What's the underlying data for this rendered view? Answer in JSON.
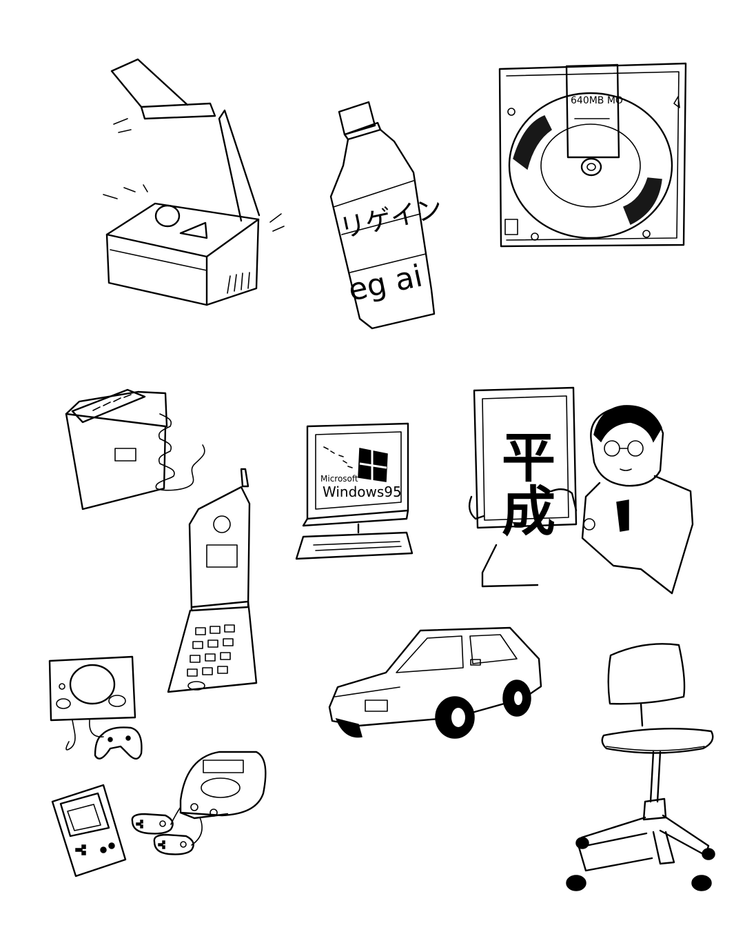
{
  "illustrations": {
    "drink_bottle": {
      "katakana": "リゲイン",
      "latin": "eg ai"
    },
    "mo_disk": {
      "label": "640MB MO"
    },
    "computer": {
      "line1": "Microsoft",
      "line2": "Windows95"
    },
    "era_sign": {
      "kanji": "平成"
    }
  },
  "colors": {
    "ink": "#000000",
    "paper": "#ffffff"
  },
  "icons": [
    "overhead-projector-icon",
    "drink-bottle-icon",
    "mo-disk-icon",
    "fax-telephone-icon",
    "desktop-computer-icon",
    "man-holding-heisei-sign-icon",
    "flip-phone-icon",
    "game-console-icon",
    "handheld-game-icon",
    "console-controllers-icon",
    "sedan-car-icon",
    "office-chair-icon"
  ]
}
